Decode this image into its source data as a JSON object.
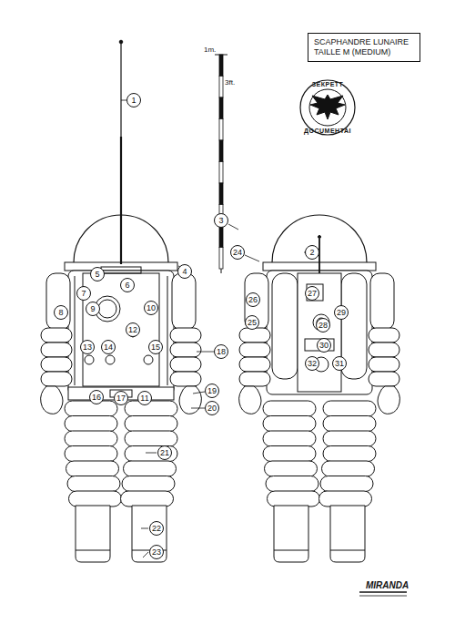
{
  "diagram": {
    "nodes": [
      {
        "text": [
          "SCAPHANDRE LUNAIRE TAILLE M (MEDIUM)"
        ]
      },
      {
        "text": [
          "ЗЕКРЕТТ",
          "ДОСUМЕНТАІ"
        ]
      },
      {
        "text": [
          "1"
        ]
      },
      {
        "text": [
          "2"
        ]
      },
      {
        "text": [
          "3"
        ]
      },
      {
        "text": [
          "4"
        ]
      },
      {
        "text": [
          "5"
        ]
      },
      {
        "text": [
          "6"
        ]
      },
      {
        "text": [
          "7"
        ]
      },
      {
        "text": [
          "8"
        ]
      },
      {
        "text": [
          "9"
        ]
      },
      {
        "text": [
          "10"
        ]
      },
      {
        "text": [
          "11"
        ]
      },
      {
        "text": [
          "12"
        ]
      },
      {
        "text": [
          "13"
        ]
      },
      {
        "text": [
          "14"
        ]
      },
      {
        "text": [
          "15"
        ]
      },
      {
        "text": [
          "16"
        ]
      },
      {
        "text": [
          "17"
        ]
      },
      {
        "text": [
          "18"
        ]
      },
      {
        "text": [
          "19"
        ]
      },
      {
        "text": [
          "20"
        ]
      },
      {
        "text": [
          "21"
        ]
      },
      {
        "text": [
          "22"
        ]
      },
      {
        "text": [
          "23"
        ]
      },
      {
        "text": [
          "24"
        ]
      },
      {
        "text": [
          "25"
        ]
      },
      {
        "text": [
          "26"
        ]
      },
      {
        "text": [
          "27"
        ]
      },
      {
        "text": [
          "28"
        ]
      },
      {
        "text": [
          "29"
        ]
      },
      {
        "text": [
          "30"
        ]
      },
      {
        "text": [
          "31"
        ]
      },
      {
        "text": [
          "32"
        ]
      }
    ],
    "labels": [
      "1m.",
      "3ft.",
      "MIRANDA"
    ]
  }
}
